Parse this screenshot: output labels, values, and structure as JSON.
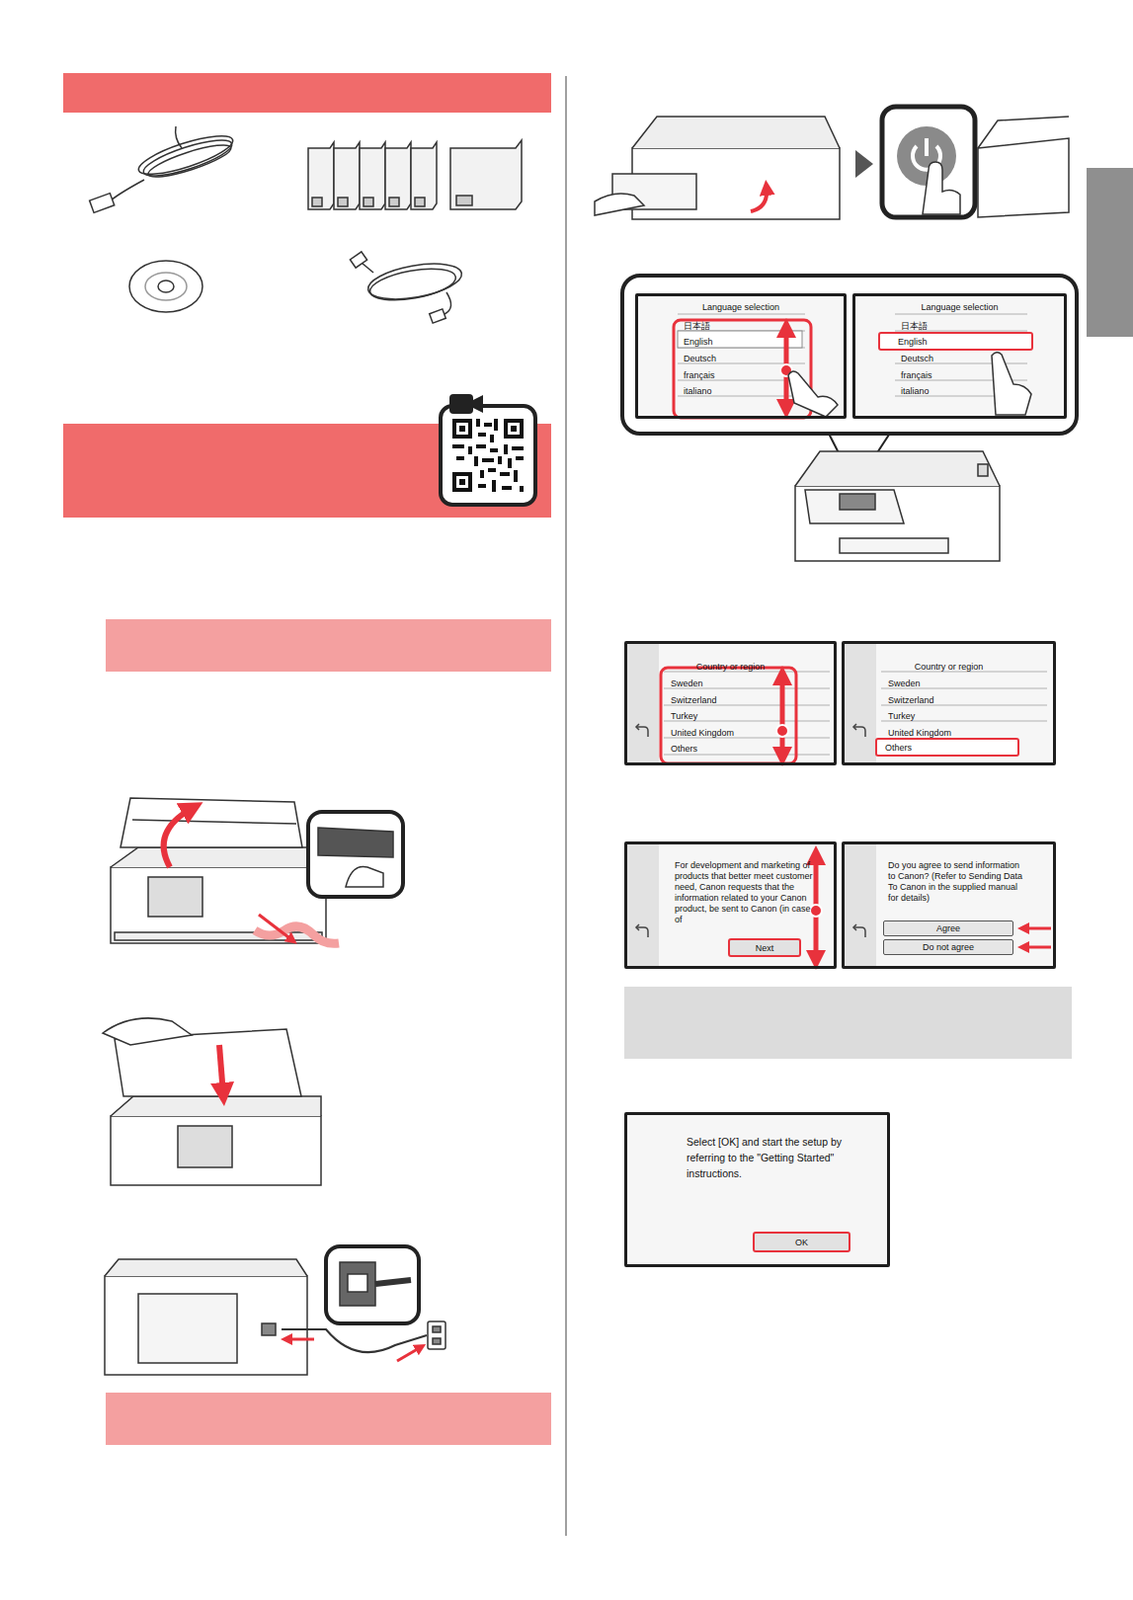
{
  "diagram": {
    "nodes": [
      {
        "text": [
          "Language selection",
          "日本語",
          "English",
          "Deutsch",
          "français",
          "italiano"
        ]
      },
      {
        "text": [
          "Language selection",
          "日本語",
          "Deutsch",
          "français",
          "italiano"
        ]
      },
      {
        "text": [
          "English"
        ],
        "in": 1
      },
      {
        "text": [
          "Country or region",
          "Sweden",
          "Switzerland",
          "Turkey",
          "United Kingdom",
          "Others"
        ]
      },
      {
        "text": [
          "Country or region",
          "Sweden",
          "Switzerland",
          "Turkey",
          "United Kingdom"
        ]
      },
      {
        "text": [
          "Others"
        ],
        "in": 4
      },
      {
        "text": [
          "For development and marketing of products that better meet customer need, Canon requests that the information related to your Canon product, be sent to Canon (in case of"
        ]
      },
      {
        "text": [
          "Next"
        ],
        "in": 6
      },
      {
        "text": [
          "Do you agree to send information to Canon? (Refer to Sending Data To Canon in the supplied manual for details)"
        ]
      },
      {
        "text": [
          "Agree"
        ],
        "in": 8
      },
      {
        "text": [
          "Do not agree"
        ],
        "in": 8
      },
      {
        "text": [
          "Select [OK] and start the setup by referring to the \"Getting Started\" instructions."
        ]
      },
      {
        "text": [
          "OK"
        ],
        "in": 11
      }
    ]
  }
}
